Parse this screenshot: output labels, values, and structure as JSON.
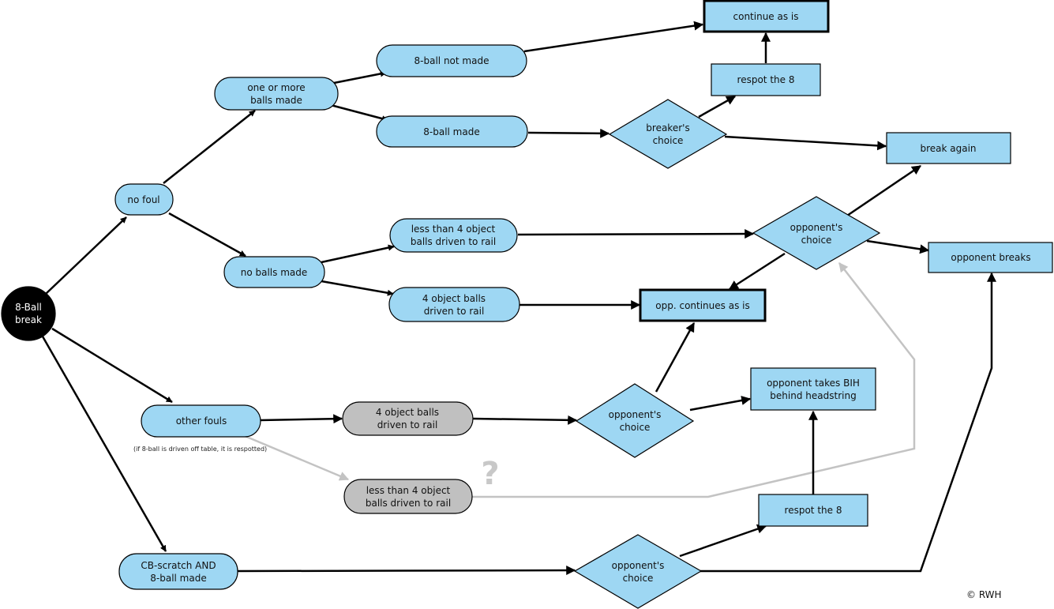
{
  "colors": {
    "node_fill": "#9ed7f3",
    "gray_fill": "#c0c0c0",
    "start_fill": "#000000",
    "edge": "#000000",
    "gray_edge": "#c3c3c3"
  },
  "nodes": {
    "start": [
      "8-Ball",
      "break"
    ],
    "no_foul": [
      "no foul"
    ],
    "balls_made": [
      "one or more",
      "balls made"
    ],
    "no_balls_made": [
      "no balls made"
    ],
    "eight_not_made": [
      "8-ball not made"
    ],
    "eight_made": [
      "8-ball made"
    ],
    "continue": [
      "continue as is"
    ],
    "respot_top": [
      "respot the 8"
    ],
    "breakers_choice": [
      "breaker's",
      "choice"
    ],
    "break_again": [
      "break again"
    ],
    "less4_top": [
      "less than 4 object",
      "balls driven to rail"
    ],
    "four_top": [
      "4 object balls",
      "driven to rail"
    ],
    "opp_choice_top": [
      "opponent's",
      "choice"
    ],
    "opp_breaks": [
      "opponent breaks"
    ],
    "opp_continues": [
      "opp. continues as is"
    ],
    "other_fouls": [
      "other fouls"
    ],
    "four_gray": [
      "4 object balls",
      "driven to rail"
    ],
    "less4_gray": [
      "less than 4 object",
      "balls driven to rail"
    ],
    "opp_choice_mid": [
      "opponent's",
      "choice"
    ],
    "opp_bih": [
      "opponent takes BIH",
      "behind headstring"
    ],
    "respot_bottom": [
      "respot the 8"
    ],
    "cb_scratch": [
      "CB-scratch AND",
      "8-ball made"
    ],
    "opp_choice_bottom": [
      "opponent's",
      "choice"
    ]
  },
  "note": "(if 8-ball is driven off table, it is respotted)",
  "question_mark": "?",
  "credit": "© RWH"
}
